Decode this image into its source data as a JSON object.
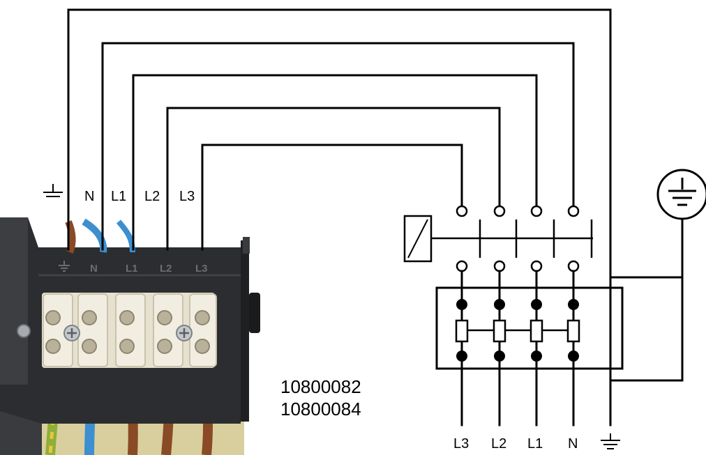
{
  "terminal_labels": {
    "pe": "",
    "n": "N",
    "l1": "L1",
    "l2": "L2",
    "l3": "L3"
  },
  "block_markings": [
    "",
    "N",
    "L1",
    "L2",
    "L3"
  ],
  "part_numbers": {
    "first": "10800082",
    "second": "10800084"
  },
  "supply_labels": {
    "l3": "L3",
    "l2": "L2",
    "l1": "L1",
    "n": "N",
    "pe": ""
  },
  "symbols": [
    "protective-earth-icon",
    "earth-ground-icon",
    "relay-coil-icon"
  ],
  "colors": {
    "wire": "#000000",
    "housing": "#2b2d30",
    "porcelain": "#ece8d8",
    "brown_wire": "#8a4a26",
    "blue_wire": "#3d8fcf",
    "green_yellow_wire": "#8fae3a"
  }
}
